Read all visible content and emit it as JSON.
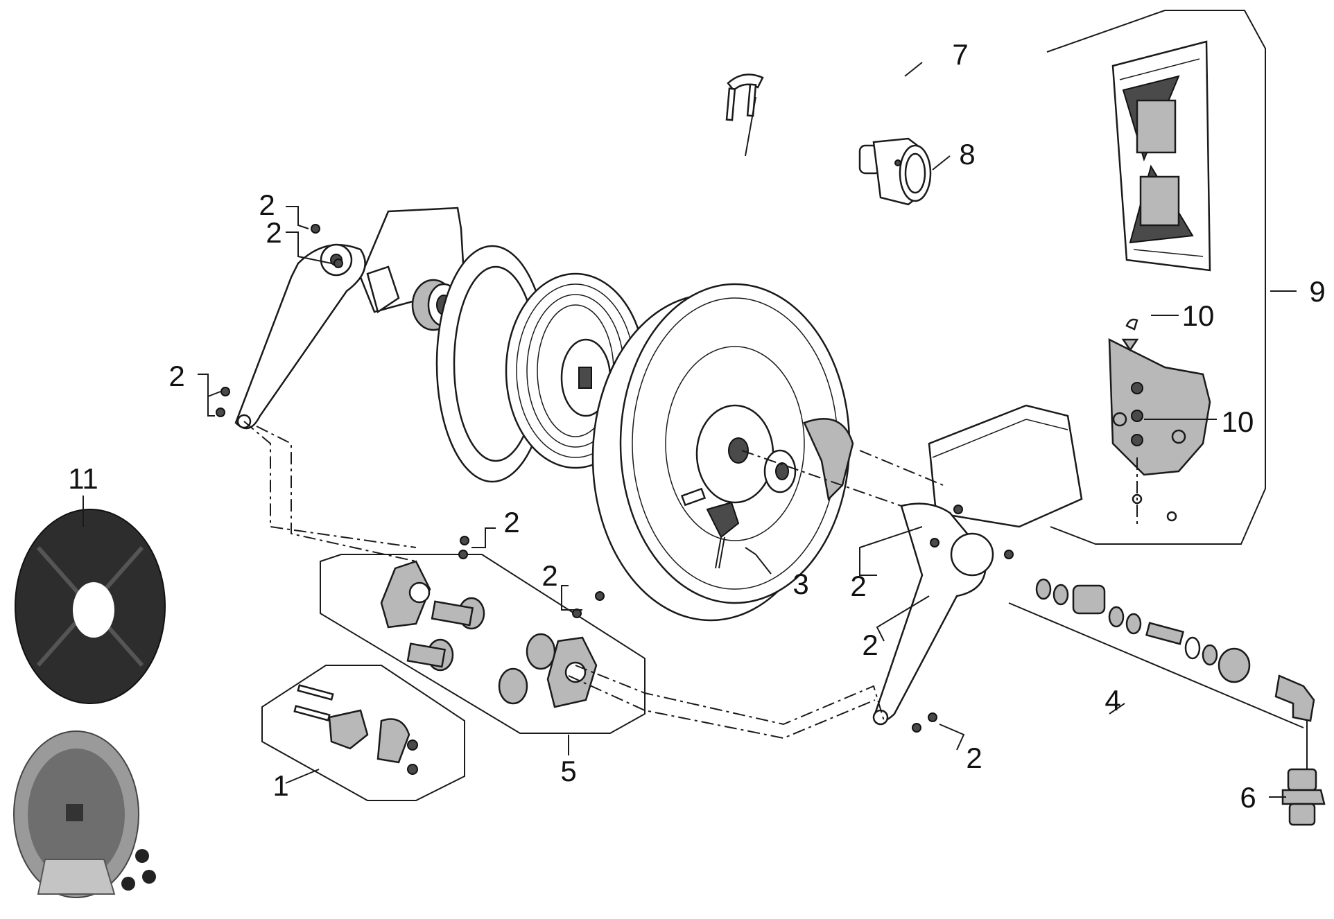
{
  "callouts": {
    "c1": "1",
    "c2a": "2",
    "c2b": "2",
    "c2c": "2",
    "c2d": "2",
    "c2e": "2",
    "c2f": "2",
    "c2g": "2",
    "c2h": "2",
    "c3": "3",
    "c4": "4",
    "c5": "5",
    "c6": "6",
    "c7": "7",
    "c8": "8",
    "c9": "9",
    "c10a": "10",
    "c10b": "10",
    "c11": "11"
  }
}
